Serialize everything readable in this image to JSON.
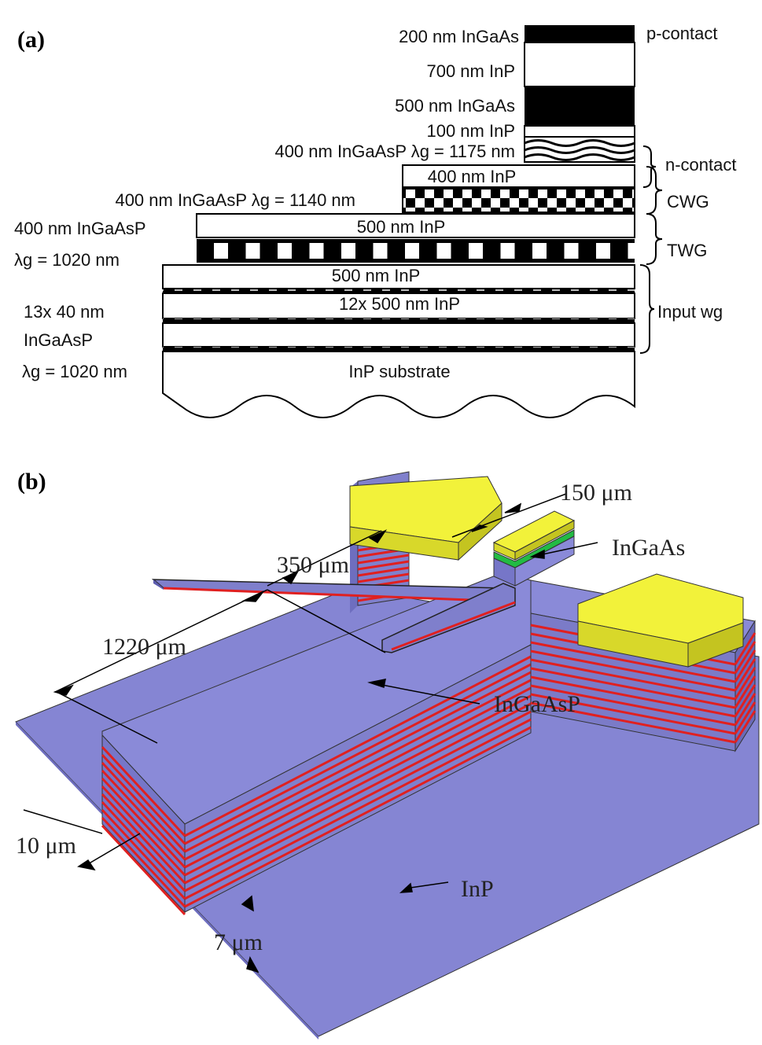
{
  "panel_a": {
    "tag": "(a)",
    "layers": {
      "l_200_ingaas": "200 nm InGaAs",
      "l_700_inp": "700 nm InP",
      "l_500_ingaas": "500 nm InGaAs",
      "l_100_inp": "100 nm InP",
      "l_400_ingaasp_1175": "400 nm InGaAsP λg = 1175 nm",
      "l_400_inp": "400 nm InP",
      "l_400_ingaasp_1140": "400 nm InGaAsP λg = 1140 nm",
      "l_400_ingaasp": "400 nm InGaAsP",
      "l_lambda_1020": "λg = 1020 nm",
      "l_500_inp_twg": "500 nm InP",
      "l_500_inp_input": "500 nm InP",
      "l_12x500_inp": "12x 500 nm InP",
      "l_13x40": "13x 40 nm",
      "l_ingaasp": "InGaAsP",
      "l_lambda_1020_b": "λg = 1020 nm",
      "l_substrate": "InP substrate"
    },
    "brackets": {
      "p_contact": "p-contact",
      "n_contact": "n-contact",
      "cwg": "CWG",
      "twg": "TWG",
      "input_wg": "Input wg"
    }
  },
  "panel_b": {
    "tag": "(b)",
    "dims": {
      "d_150": "150 μm",
      "d_350": "350 μm",
      "d_1220": "1220 μm",
      "d_10": "10 μm",
      "d_7": "7 μm"
    },
    "materials": {
      "m_ingaas": "InGaAs",
      "m_ingaasp": "InGaAsP",
      "m_inp": "InP"
    },
    "colors": {
      "inp": "#8a8ad6",
      "ingaasp": "#e02020",
      "ingaas": "#22bb44",
      "contact": "#f2f23a"
    }
  }
}
